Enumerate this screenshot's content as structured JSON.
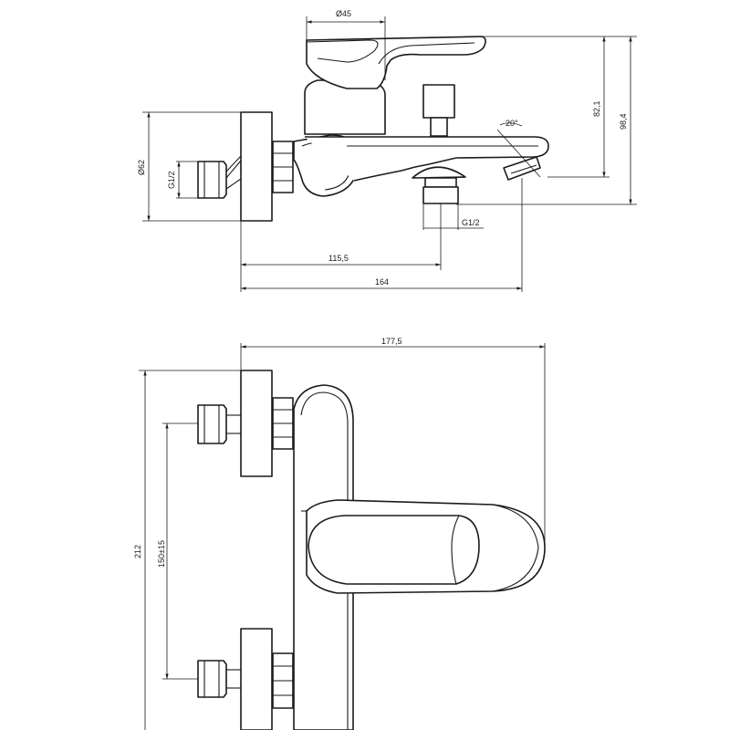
{
  "drawing": {
    "line_color": "#1a1a1a",
    "background": "#ffffff",
    "side_view": {
      "dim_handle_diameter": "Ø45",
      "dim_height_spout": "82,1",
      "dim_height_total": "98,4",
      "dim_angle": "20°",
      "dim_flange_diameter": "Ø62",
      "dim_thread_inlet": "G1/2",
      "dim_thread_outlet": "G1/2",
      "dim_depth_outlet": "115,5",
      "dim_depth_total": "164"
    },
    "top_view": {
      "dim_width_total": "177,5",
      "dim_height_total": "212",
      "dim_centers": "150±15"
    }
  }
}
